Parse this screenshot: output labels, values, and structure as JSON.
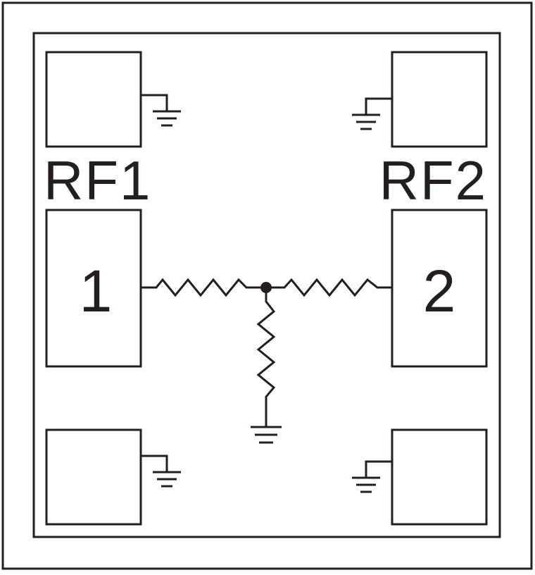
{
  "labels": {
    "rf1": "RF1",
    "rf2": "RF2",
    "pin1": "1",
    "pin2": "2"
  },
  "colors": {
    "line": "#231f20",
    "background": "#ffffff"
  },
  "icons": [
    "ground-symbol-icon",
    "resistor-icon",
    "junction-dot-icon"
  ]
}
